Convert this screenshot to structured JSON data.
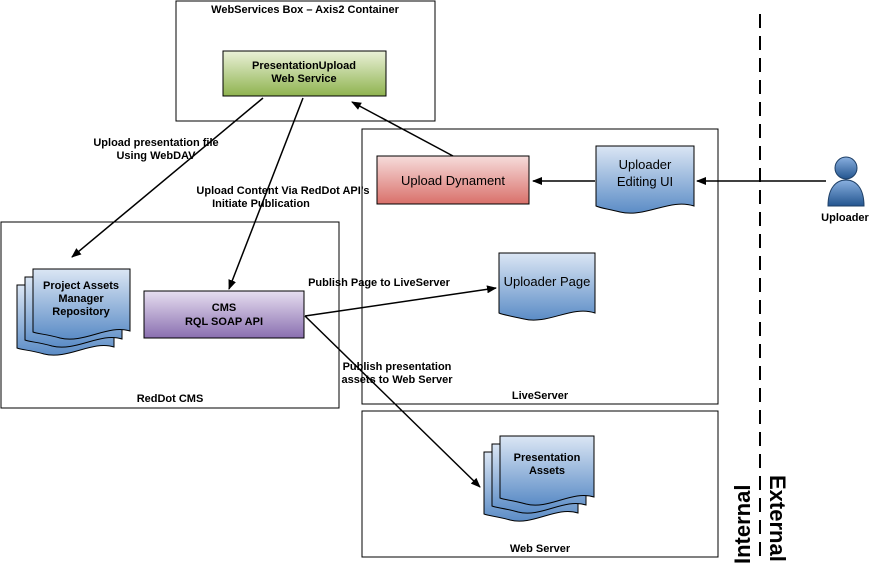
{
  "containers": {
    "webservices_box": "WebServices Box – Axis2 Container",
    "reddot_cms": "RedDot CMS",
    "liveserver": "LiveServer",
    "web_server": "Web Server"
  },
  "nodes": {
    "presentation_upload": [
      "PresentationUpload",
      "Web Service"
    ],
    "upload_dynament": "Upload Dynament",
    "uploader_editing_ui": [
      "Uploader",
      "Editing UI"
    ],
    "uploader_page": "Uploader Page",
    "project_assets": [
      "Project Assets",
      "Manager",
      "Repository"
    ],
    "cms_api": [
      "CMS",
      "RQL SOAP API"
    ],
    "presentation_assets": [
      "Presentation",
      "Assets"
    ],
    "uploader_actor": "Uploader"
  },
  "edges": {
    "upload_file": [
      "Upload presentation file",
      "Using WebDAV"
    ],
    "upload_content": [
      "Upload Content Via RedDot API's",
      "Initiate Publication"
    ],
    "publish_page": "Publish Page to LiveServer",
    "publish_assets": [
      "Publish presentation",
      "assets to Web Server"
    ]
  },
  "zones": {
    "internal": "Internal",
    "external": "External"
  },
  "colors": {
    "service_green": "#9bbb59",
    "dynament_red": "#e07b76",
    "doc_blue": "#4f81bd",
    "cms_purple": "#8064a2",
    "actor_blue": "#3a6fb0"
  }
}
